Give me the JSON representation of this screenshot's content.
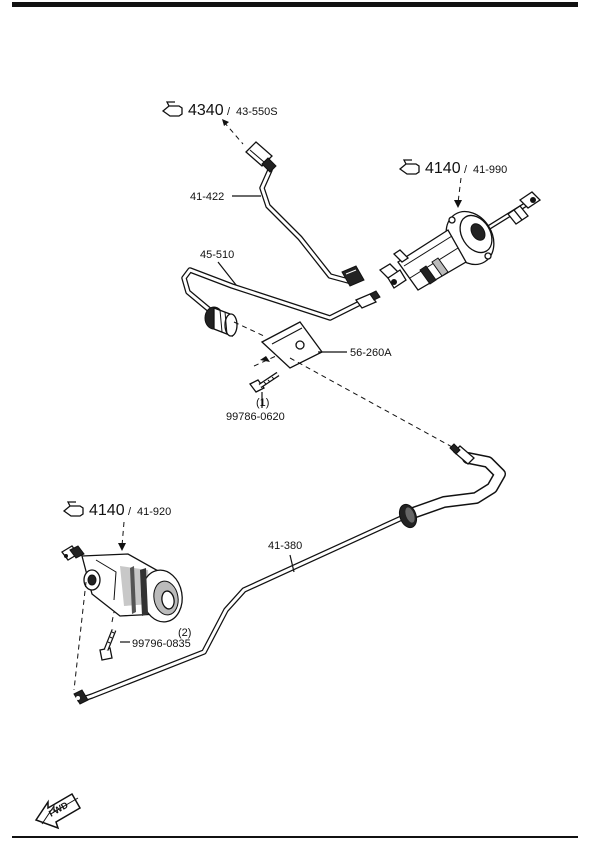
{
  "references": [
    {
      "id": "ref-4340",
      "group": "4340",
      "code": "43-550S"
    },
    {
      "id": "ref-4140-top",
      "group": "4140",
      "code": "41-990"
    },
    {
      "id": "ref-4140-bottom",
      "group": "4140",
      "code": "41-920"
    }
  ],
  "separator": "/",
  "parts": [
    {
      "id": "41-422",
      "label": "41-422"
    },
    {
      "id": "45-510",
      "label": "45-510"
    },
    {
      "id": "56-260A",
      "label": "56-260A"
    },
    {
      "id": "bolt-top",
      "label": "99786-0620",
      "qty": "(1)"
    },
    {
      "id": "41-380",
      "label": "41-380"
    },
    {
      "id": "bolt-bottom",
      "label": "99796-0835",
      "qty": "(2)"
    }
  ],
  "fwd_label": "FWD"
}
